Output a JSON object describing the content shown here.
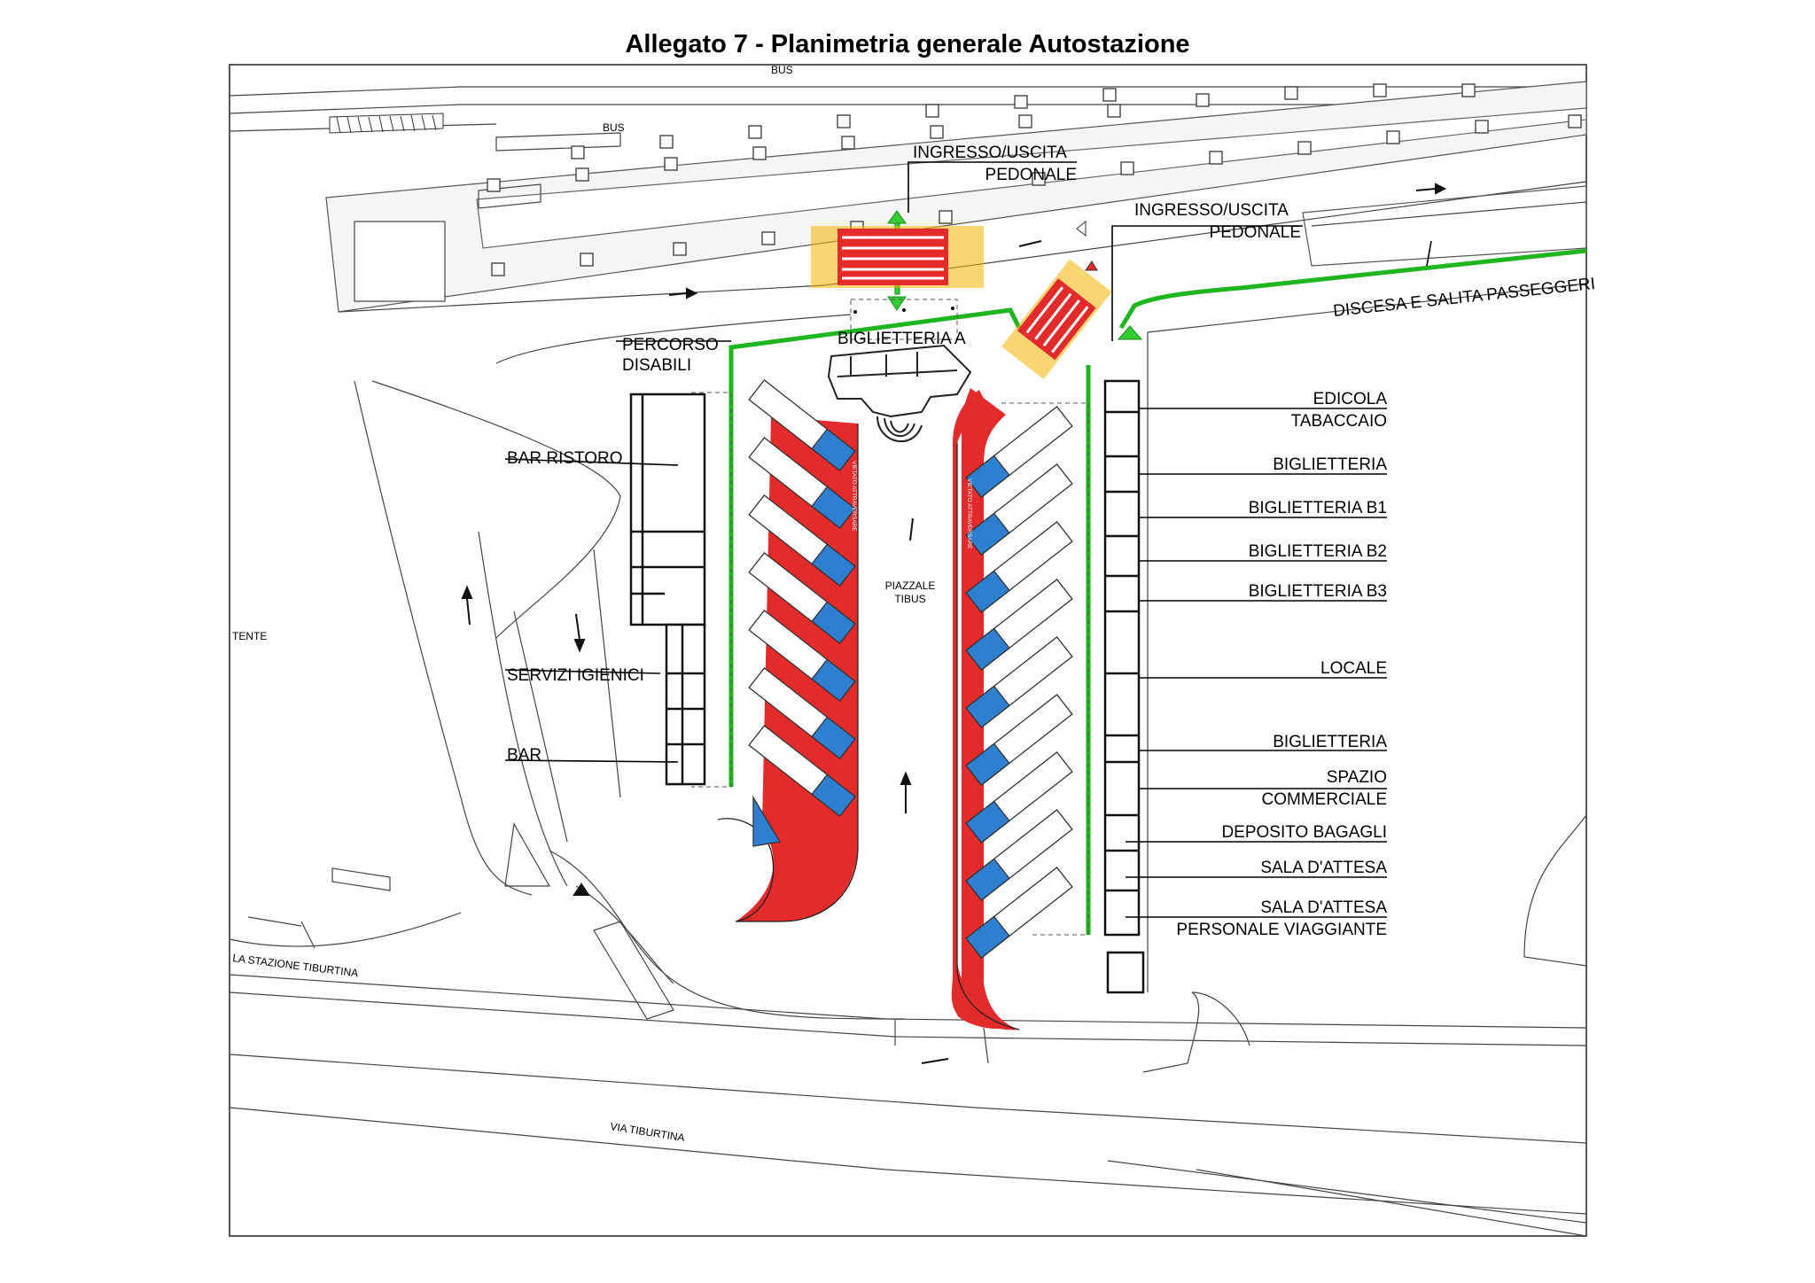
{
  "title": "Allegato 7 - Planimetria generale Autostazione",
  "labels": {
    "ingresso_1_l1": "INGRESSO/USCITA",
    "ingresso_1_l2": "PEDONALE",
    "ingresso_2_l1": "INGRESSO/USCITA",
    "ingresso_2_l2": "PEDONALE",
    "discesa": "DISCESA E SALITA PASSEGGERI",
    "percorso_l1": "PERCORSO",
    "percorso_l2": "DISABILI",
    "biglietteria_a": "BIGLIETTERIA A",
    "bar_ristoro": "BAR RISTORO",
    "servizi_igienici": "SERVIZI IGIENICI",
    "bar": "BAR",
    "piazzale_l1": "PIAZZALE",
    "piazzale_l2": "TIBUS",
    "edicola_l1": "EDICOLA",
    "edicola_l2": "TABACCAIO",
    "biglietteria": "BIGLIETTERIA",
    "biglietteria_b1": "BIGLIETTERIA B1",
    "biglietteria_b2": "BIGLIETTERIA B2",
    "biglietteria_b3": "BIGLIETTERIA B3",
    "locale": "LOCALE",
    "biglietteria_2": "BIGLIETTERIA",
    "spazio_l1": "SPAZIO",
    "spazio_l2": "COMMERCIALE",
    "deposito": "DEPOSITO BAGAGLI",
    "sala_attesa": "SALA D'ATTESA",
    "sala_attesa_2": "SALA D'ATTESA",
    "personale": "PERSONALE VIAGGIANTE",
    "via_stazione": "LA STAZIONE TIBURTINA",
    "via_tiburtina": "VIA TIBURTINA",
    "tente": "TENTE",
    "bus_1": "BUS",
    "bus_2": "BUS",
    "vietato": "VIETATO ATTRAVERSARE"
  },
  "colors": {
    "bus_lane": "#e32b2b",
    "disabled_path": "#1fb51f",
    "parking_blue": "#2f7fd0",
    "crosswalk_yellow": "#f4b400",
    "line": "#333333"
  }
}
